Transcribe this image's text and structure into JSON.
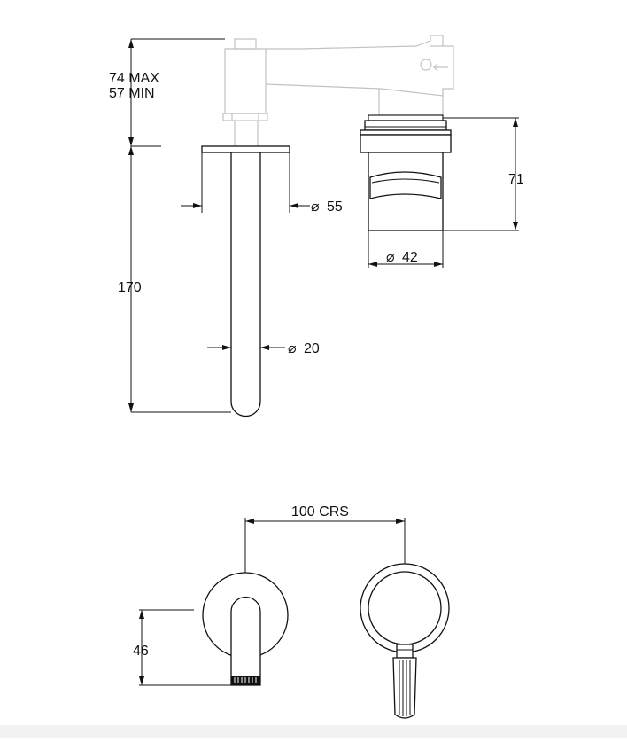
{
  "dimensions": {
    "valve_depth_max": "74 MAX",
    "valve_depth_min": "57 MIN",
    "spout_length": "170",
    "plate_diameter": "55",
    "spout_diameter": "20",
    "mixer_height": "71",
    "mixer_diameter": "42",
    "centres": "100 CRS",
    "spout_height": "46"
  },
  "symbols": {
    "diameter": "⌀"
  },
  "colors": {
    "line": "#111111",
    "ghost": "#c2c2c2",
    "background": "#ffffff",
    "floor_bar": "#f2f2f2"
  }
}
